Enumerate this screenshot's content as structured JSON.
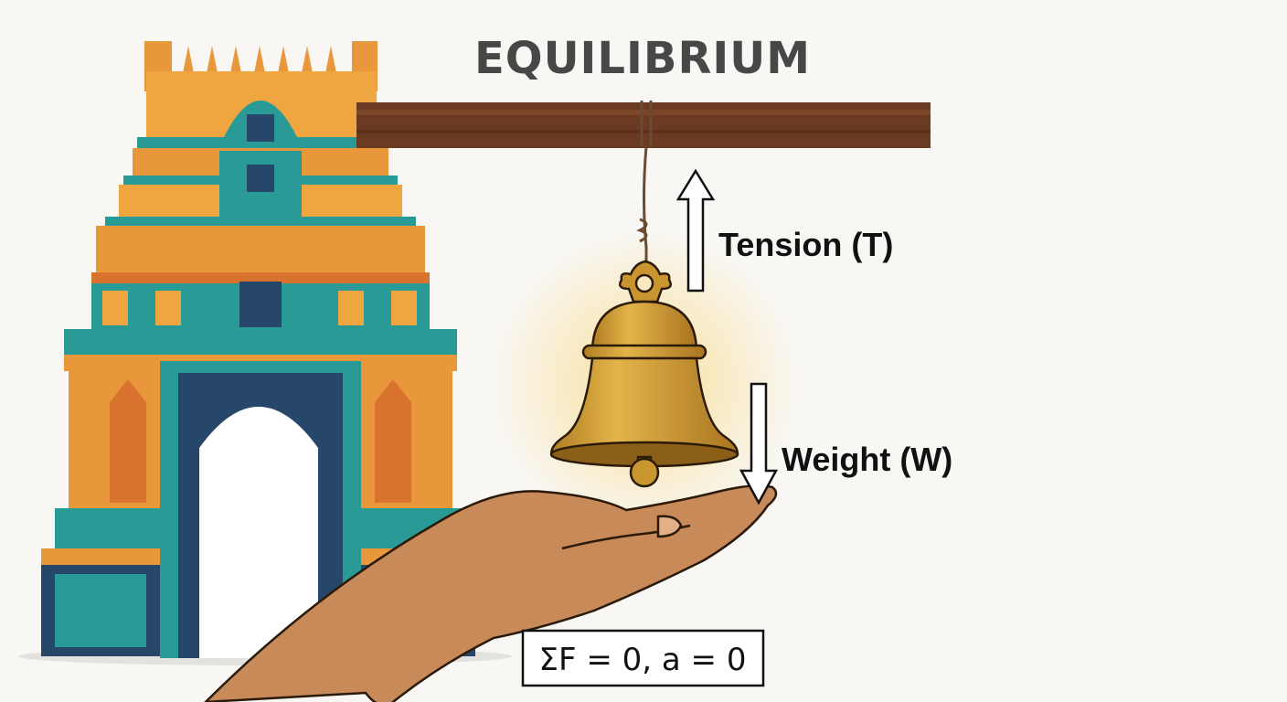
{
  "title": "EQUILIBRIUM",
  "labels": {
    "tension": "Tension (T)",
    "weight": "Weight (W)"
  },
  "equation": "ΣF = 0, a = 0",
  "colors": {
    "temple_orange": "#e8983a",
    "temple_teal": "#2a9a96",
    "temple_navy": "#27476a",
    "beam": "#6b3a22",
    "bell": "#c9952e",
    "skin": "#c98a5a"
  }
}
